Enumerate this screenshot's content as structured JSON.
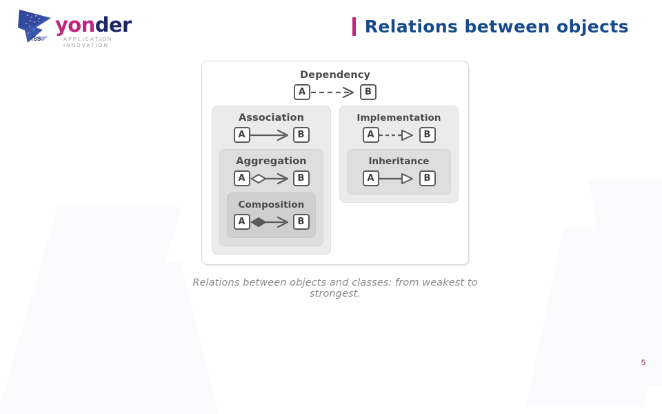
{
  "brand": {
    "logo_word_part1": "yon",
    "logo_word_part2": "der",
    "tagline": "APPLICATION INNOVATION",
    "badge": "TSS",
    "magenta": "#C0267E",
    "navy": "#1B2A66"
  },
  "header": {
    "title": "Relations between objects",
    "title_color": "#174A8B",
    "accent_color": "#C0267E"
  },
  "figure": {
    "caption": "Relations between objects and classes: from weakest to strongest.",
    "node_source": "A",
    "node_target": "B",
    "relations": {
      "dependency": {
        "label": "Dependency",
        "line": "dashed",
        "arrow": "open-arrow",
        "source_decoration": "none"
      },
      "association": {
        "label": "Association",
        "line": "solid",
        "arrow": "open-arrow",
        "source_decoration": "none"
      },
      "aggregation": {
        "label": "Aggregation",
        "line": "solid",
        "arrow": "open-arrow",
        "source_decoration": "hollow-diamond"
      },
      "composition": {
        "label": "Composition",
        "line": "solid",
        "arrow": "open-arrow",
        "source_decoration": "filled-diamond"
      },
      "implementation": {
        "label": "Implementation",
        "line": "dashed",
        "arrow": "hollow-triangle",
        "source_decoration": "none"
      },
      "inheritance": {
        "label": "Inheritance",
        "line": "solid",
        "arrow": "hollow-triangle",
        "source_decoration": "none"
      }
    }
  },
  "footer": {
    "page_number": "5"
  }
}
